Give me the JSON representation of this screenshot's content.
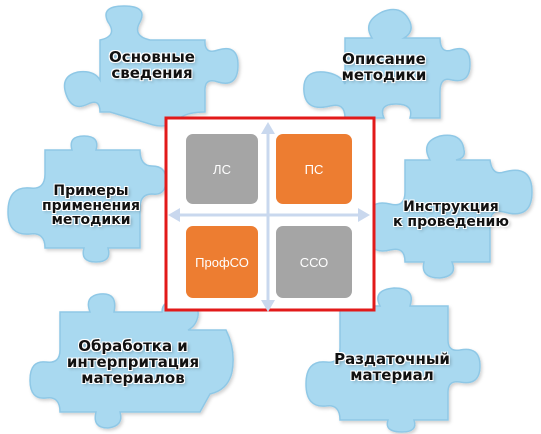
{
  "colors": {
    "puzzle_fill": "#a9d9f0",
    "puzzle_stroke": "#8fc8e6",
    "frame": "#e21a1a",
    "arrow": "#c9d8ee",
    "tile_gray": "#a5a5a5",
    "tile_orange": "#ed7d31",
    "tile_text": "#ffffff"
  },
  "puzzles": {
    "basic_info": {
      "line1": "Основные",
      "line2": "сведения"
    },
    "method_description": {
      "line1": "Описание",
      "line2": "методики"
    },
    "application_examples": {
      "line1": "Примеры",
      "line2": "применения",
      "line3": "методики"
    },
    "instructions": {
      "line1": "Инструкция",
      "line2": "к проведению"
    },
    "processing": {
      "line1": "Обработка и",
      "line2": "интерпритация",
      "line3": "материалов"
    },
    "handout": {
      "line1": "Раздаточный",
      "line2": "материал"
    }
  },
  "matrix": {
    "tiles": [
      {
        "label": "ЛС",
        "color": "gray"
      },
      {
        "label": "ПС",
        "color": "orange"
      },
      {
        "label": "ПрофСО",
        "color": "orange"
      },
      {
        "label": "ССО",
        "color": "gray"
      }
    ]
  }
}
